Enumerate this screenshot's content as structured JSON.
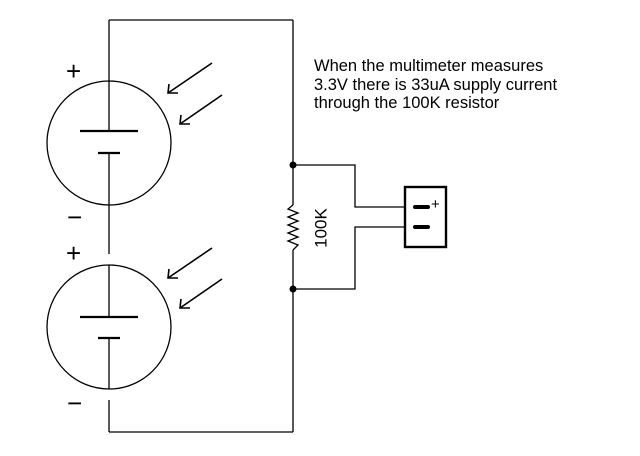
{
  "annotation": {
    "lines": [
      "When the multimeter measures",
      "3.3V there is 33uA supply current",
      "through the 100K resistor"
    ]
  },
  "cells": [
    {
      "plus": "+",
      "minus": "−"
    },
    {
      "plus": "+",
      "minus": "−"
    }
  ],
  "resistor": {
    "label": "100K"
  },
  "meter": {
    "plus": "+"
  }
}
